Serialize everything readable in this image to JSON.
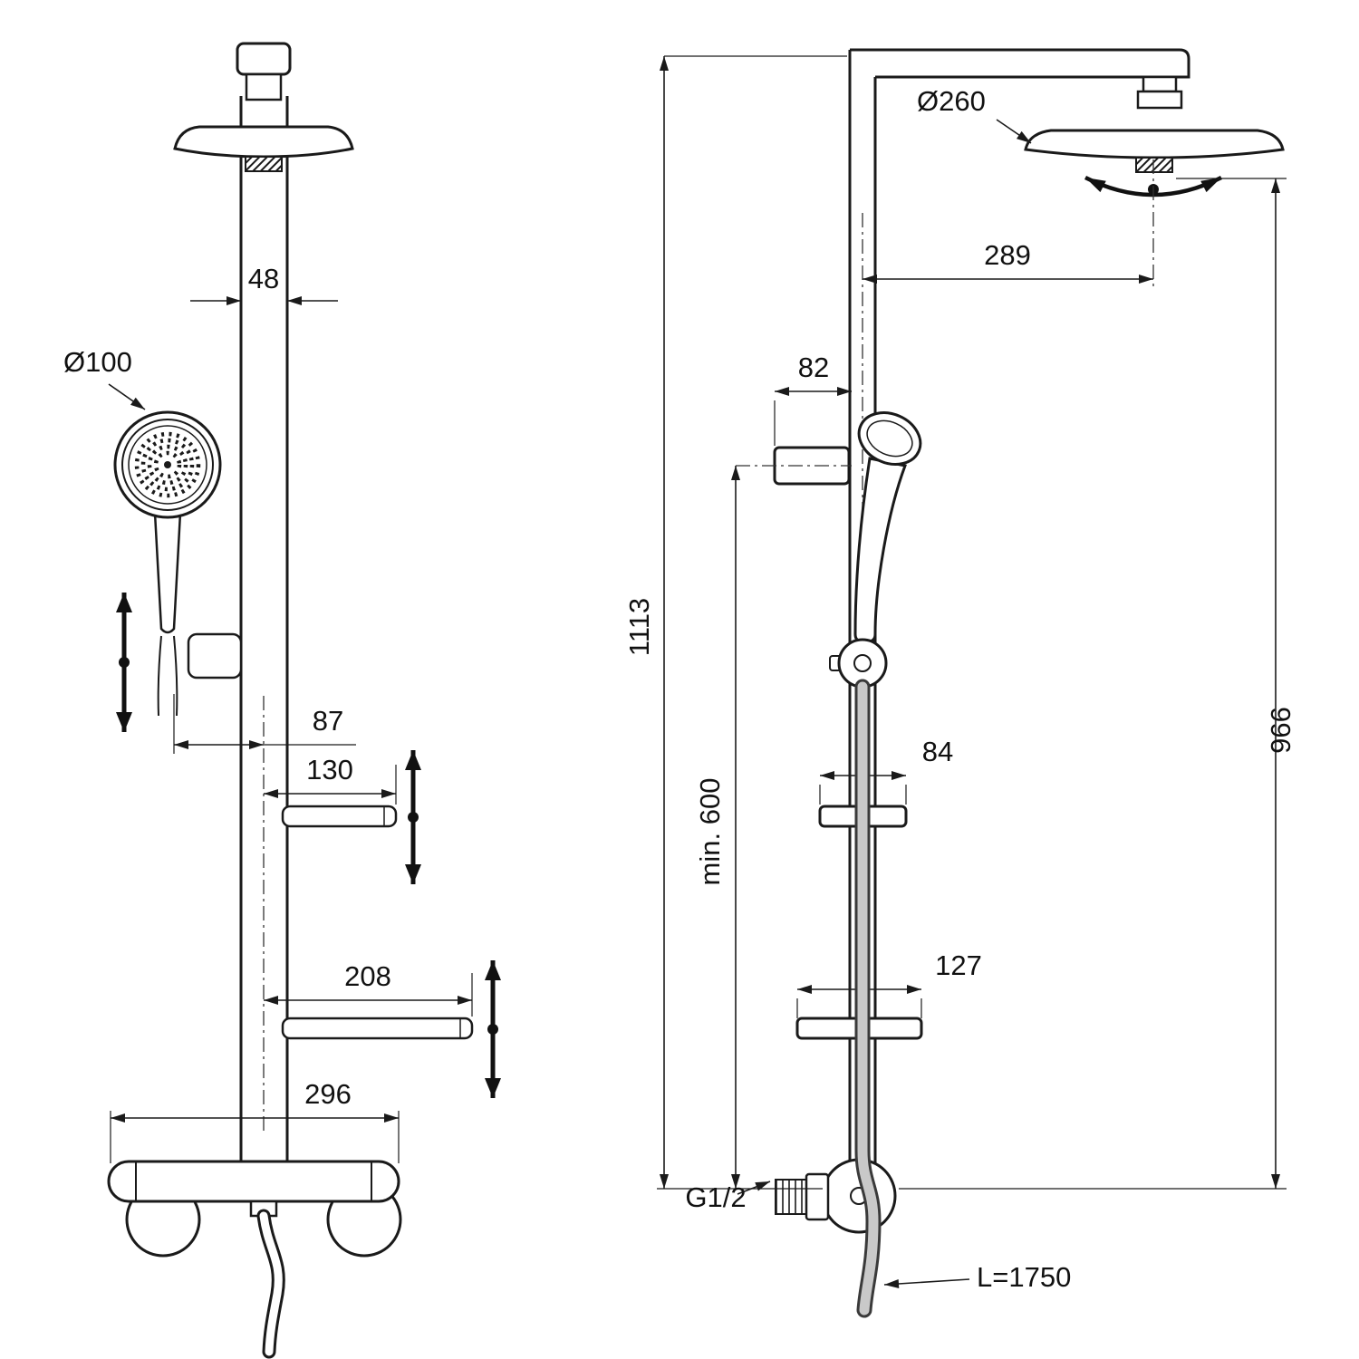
{
  "meta": {
    "background": "#ffffff",
    "line_color": "#1a1a1a",
    "hose_fill": "#c9c9c9",
    "drawing_type": "shower-system-installation-dimensions"
  },
  "front_view": {
    "labels": {
      "column_width": "48",
      "handshower_diameter": "Ø100",
      "handshower_offset": "87",
      "upper_shelf_width": "130",
      "lower_shelf_width": "208",
      "mixer_width": "296"
    }
  },
  "side_view": {
    "labels": {
      "head_diameter": "Ø260",
      "head_reach": "289",
      "holder_depth": "82",
      "total_height": "1113",
      "min_mounting_height": "min. 600",
      "upper_shelf_depth": "84",
      "lower_shelf_depth": "127",
      "riser_height": "966",
      "inlet_thread": "G1/2",
      "hose_length": "L=1750"
    }
  }
}
